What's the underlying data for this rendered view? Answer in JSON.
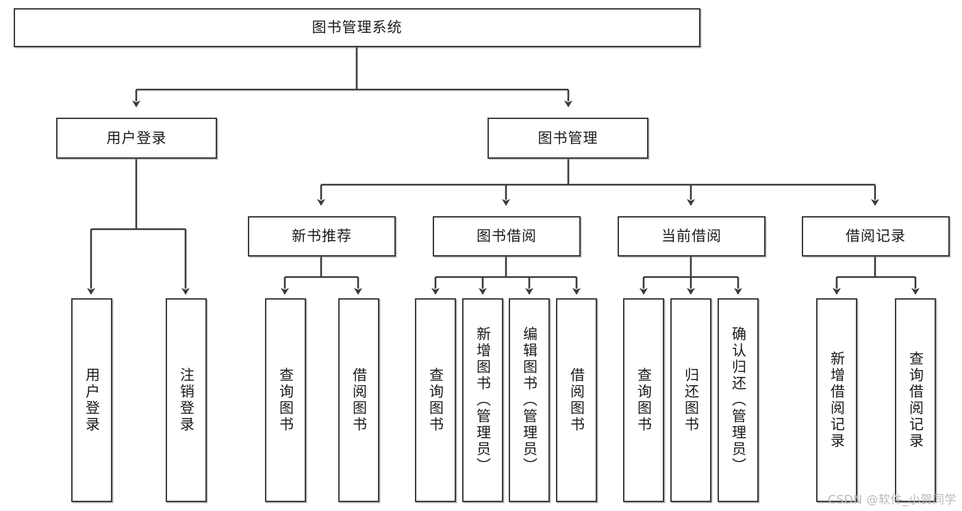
{
  "diagram": {
    "title": "图书管理系统",
    "type": "hierarchy-tree",
    "root": {
      "label": "图书管理系统"
    },
    "level1": [
      {
        "label": "用户登录"
      },
      {
        "label": "图书管理"
      }
    ],
    "level2": [
      {
        "label": "新书推荐"
      },
      {
        "label": "图书借阅"
      },
      {
        "label": "当前借阅"
      },
      {
        "label": "借阅记录"
      }
    ],
    "leaves": {
      "user_login": [
        {
          "label": "用户登录"
        },
        {
          "label": "注销登录"
        }
      ],
      "new_book_recommend": [
        {
          "label": "查询图书"
        },
        {
          "label": "借阅图书"
        }
      ],
      "book_borrow": [
        {
          "label": "查询图书"
        },
        {
          "label": "新增图书（管理员）"
        },
        {
          "label": "编辑图书（管理员）"
        },
        {
          "label": "借阅图书"
        }
      ],
      "current_borrow": [
        {
          "label": "查询图书"
        },
        {
          "label": "归还图书"
        },
        {
          "label": "确认归还（管理员）"
        }
      ],
      "borrow_record": [
        {
          "label": "新增借阅记录"
        },
        {
          "label": "查询借阅记录"
        }
      ]
    }
  },
  "watermark": {
    "text": "CSDN @软件_小贺同学"
  },
  "colors": {
    "box_border": "#3a3a3a",
    "box_fill": "#ffffff",
    "connector": "#3a3a3a",
    "text": "#1a1a1a",
    "watermark": "#b9b9b9"
  }
}
